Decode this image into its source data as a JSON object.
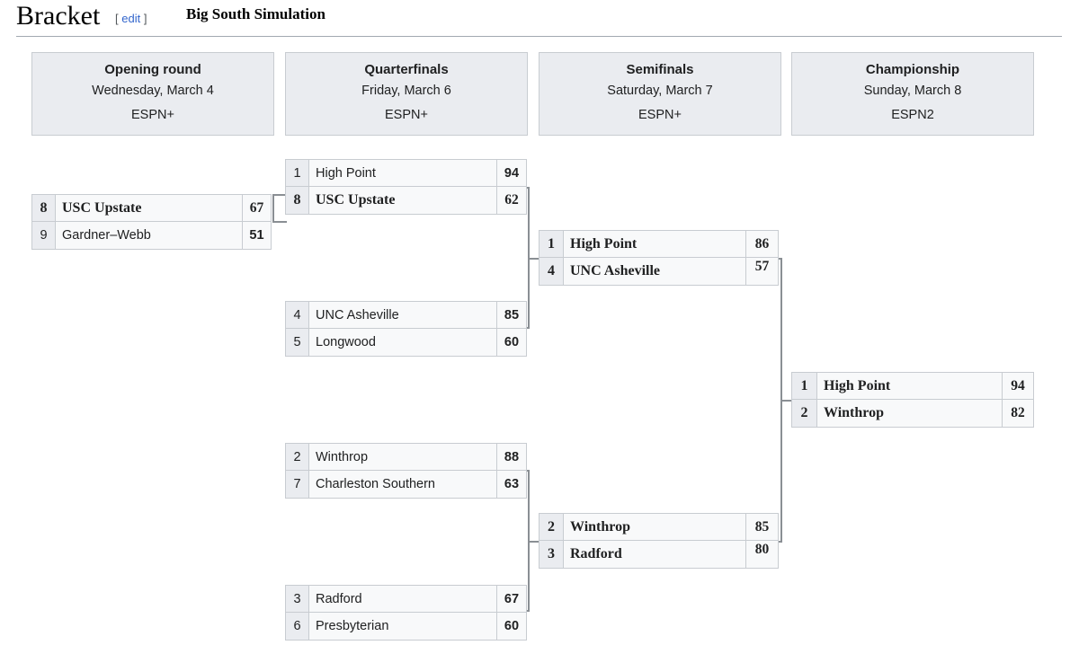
{
  "header": {
    "title": "Bracket",
    "edit_label": "edit",
    "bracket_open": "[",
    "bracket_close": "]",
    "subtitle": "Big South Simulation"
  },
  "colors": {
    "link": "#3366cc",
    "header_fill": "#eaecf0",
    "border": "#c8ccd1",
    "connector": "#8a8f94",
    "cell_fill": "#f8f9fa"
  },
  "rounds": [
    {
      "title": "Opening round",
      "date": "Wednesday, March 4",
      "network": "ESPN+"
    },
    {
      "title": "Quarterfinals",
      "date": "Friday, March 6",
      "network": "ESPN+"
    },
    {
      "title": "Semifinals",
      "date": "Saturday, March 7",
      "network": "ESPN+"
    },
    {
      "title": "Championship",
      "date": "Sunday, March 8",
      "network": "ESPN2"
    }
  ],
  "matches": {
    "opening_1": {
      "round": "Opening round",
      "teams": [
        {
          "seed": "8",
          "name": "USC Upstate",
          "score": "67",
          "advanced": true
        },
        {
          "seed": "9",
          "name": "Gardner–Webb",
          "score": "51",
          "advanced": false
        }
      ]
    },
    "qf_1": {
      "round": "Quarterfinals",
      "teams": [
        {
          "seed": "1",
          "name": "High Point",
          "score": "94",
          "advanced": false
        },
        {
          "seed": "8",
          "name": "USC Upstate",
          "score": "62",
          "advanced": true
        }
      ]
    },
    "qf_2": {
      "round": "Quarterfinals",
      "teams": [
        {
          "seed": "4",
          "name": "UNC Asheville",
          "score": "85",
          "advanced": false
        },
        {
          "seed": "5",
          "name": "Longwood",
          "score": "60",
          "advanced": false
        }
      ]
    },
    "qf_3": {
      "round": "Quarterfinals",
      "teams": [
        {
          "seed": "2",
          "name": "Winthrop",
          "score": "88",
          "advanced": false
        },
        {
          "seed": "7",
          "name": "Charleston Southern",
          "score": "63",
          "advanced": false
        }
      ]
    },
    "qf_4": {
      "round": "Quarterfinals",
      "teams": [
        {
          "seed": "3",
          "name": "Radford",
          "score": "67",
          "advanced": false
        },
        {
          "seed": "6",
          "name": "Presbyterian",
          "score": "60",
          "advanced": false
        }
      ]
    },
    "sf_1": {
      "round": "Semifinals",
      "teams": [
        {
          "seed": "1",
          "name": "High Point",
          "score": "86",
          "advanced": true
        },
        {
          "seed": "4",
          "name": "UNC Asheville",
          "score": "57",
          "advanced": true
        }
      ]
    },
    "sf_2": {
      "round": "Semifinals",
      "teams": [
        {
          "seed": "2",
          "name": "Winthrop",
          "score": "85",
          "advanced": true
        },
        {
          "seed": "3",
          "name": "Radford",
          "score": "80",
          "advanced": true
        }
      ]
    },
    "final": {
      "round": "Championship",
      "teams": [
        {
          "seed": "1",
          "name": "High Point",
          "score": "94",
          "advanced": true
        },
        {
          "seed": "2",
          "name": "Winthrop",
          "score": "82",
          "advanced": true
        }
      ]
    }
  }
}
